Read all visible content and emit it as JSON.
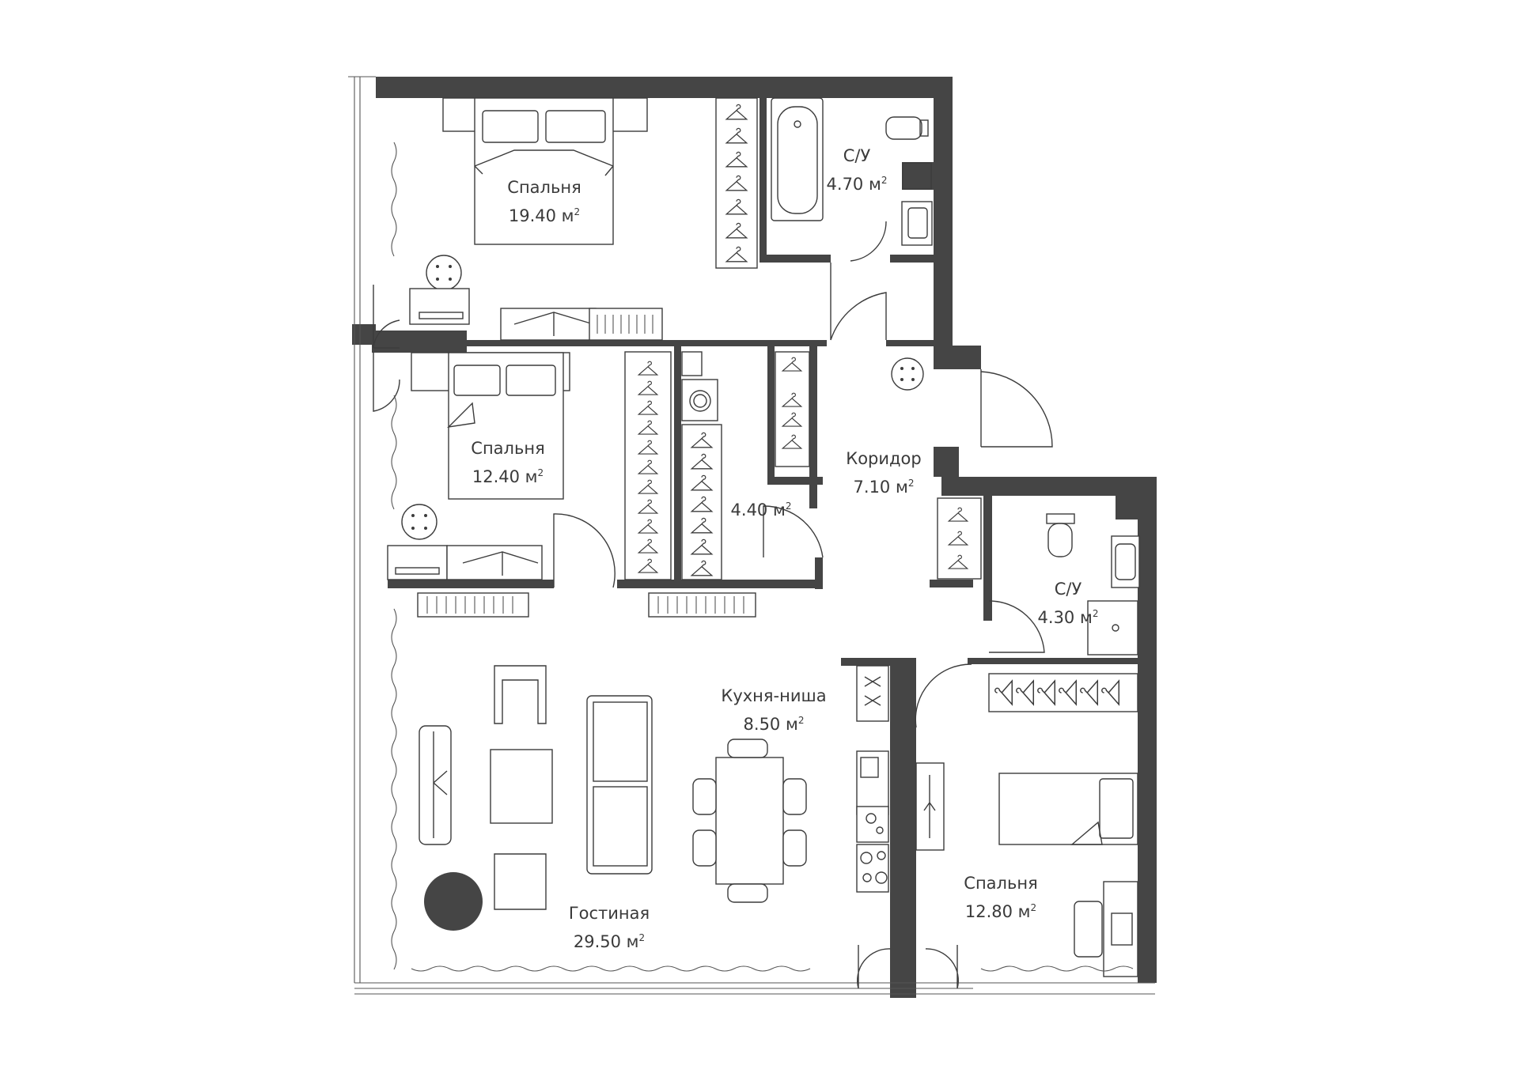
{
  "rooms": {
    "bedroom_top": {
      "name": "Спальня",
      "area": "19.40 м",
      "unit_sup": "2"
    },
    "bath_top": {
      "name": "С/У",
      "area": "4.70 м",
      "unit_sup": "2"
    },
    "bedroom_mid": {
      "name": "Спальня",
      "area": "12.40 м",
      "unit_sup": "2"
    },
    "wardrobe": {
      "name": "",
      "area": "4.40 м",
      "unit_sup": "2"
    },
    "corridor": {
      "name": "Коридор",
      "area": "7.10 м",
      "unit_sup": "2"
    },
    "bath_right": {
      "name": "С/У",
      "area": "4.30 м",
      "unit_sup": "2"
    },
    "kitchen": {
      "name": "Кухня-ниша",
      "area": "8.50 м",
      "unit_sup": "2"
    },
    "living": {
      "name": "Гостиная",
      "area": "29.50 м",
      "unit_sup": "2"
    },
    "bedroom_right": {
      "name": "Спальня",
      "area": "12.80 м",
      "unit_sup": "2"
    }
  },
  "colors": {
    "wall": "#454545",
    "line": "#3c3c3c",
    "background": "#ffffff"
  },
  "icons": [
    "hanger-icon",
    "toilet-icon",
    "sink-icon",
    "bathtub-icon",
    "washing-machine-icon",
    "stove-icon",
    "column-icon"
  ]
}
